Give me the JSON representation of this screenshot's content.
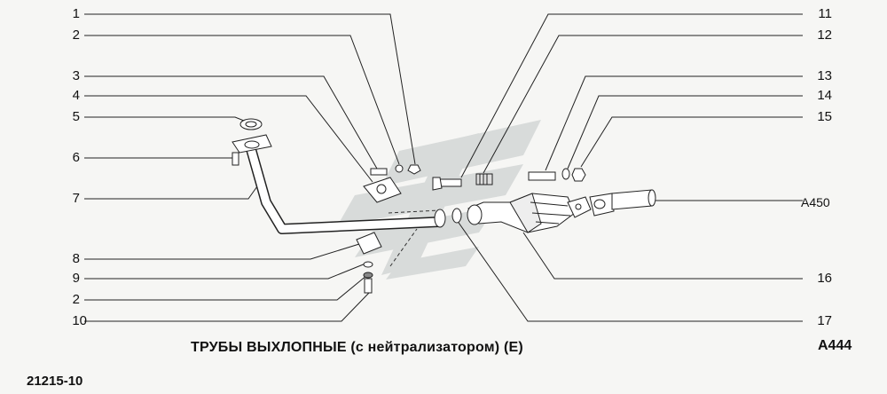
{
  "caption": "ТРУБЫ ВЫХЛОПНЫЕ (с нейтрализатором) (Е)",
  "figure_code": "А444",
  "catalog_code": "21215-10",
  "reference_code": "А450",
  "callouts_left": [
    "1",
    "2",
    "3",
    "4",
    "5",
    "6",
    "7",
    "8",
    "9",
    "2",
    "10"
  ],
  "callouts_right": [
    "11",
    "12",
    "13",
    "14",
    "15",
    "16",
    "17"
  ]
}
